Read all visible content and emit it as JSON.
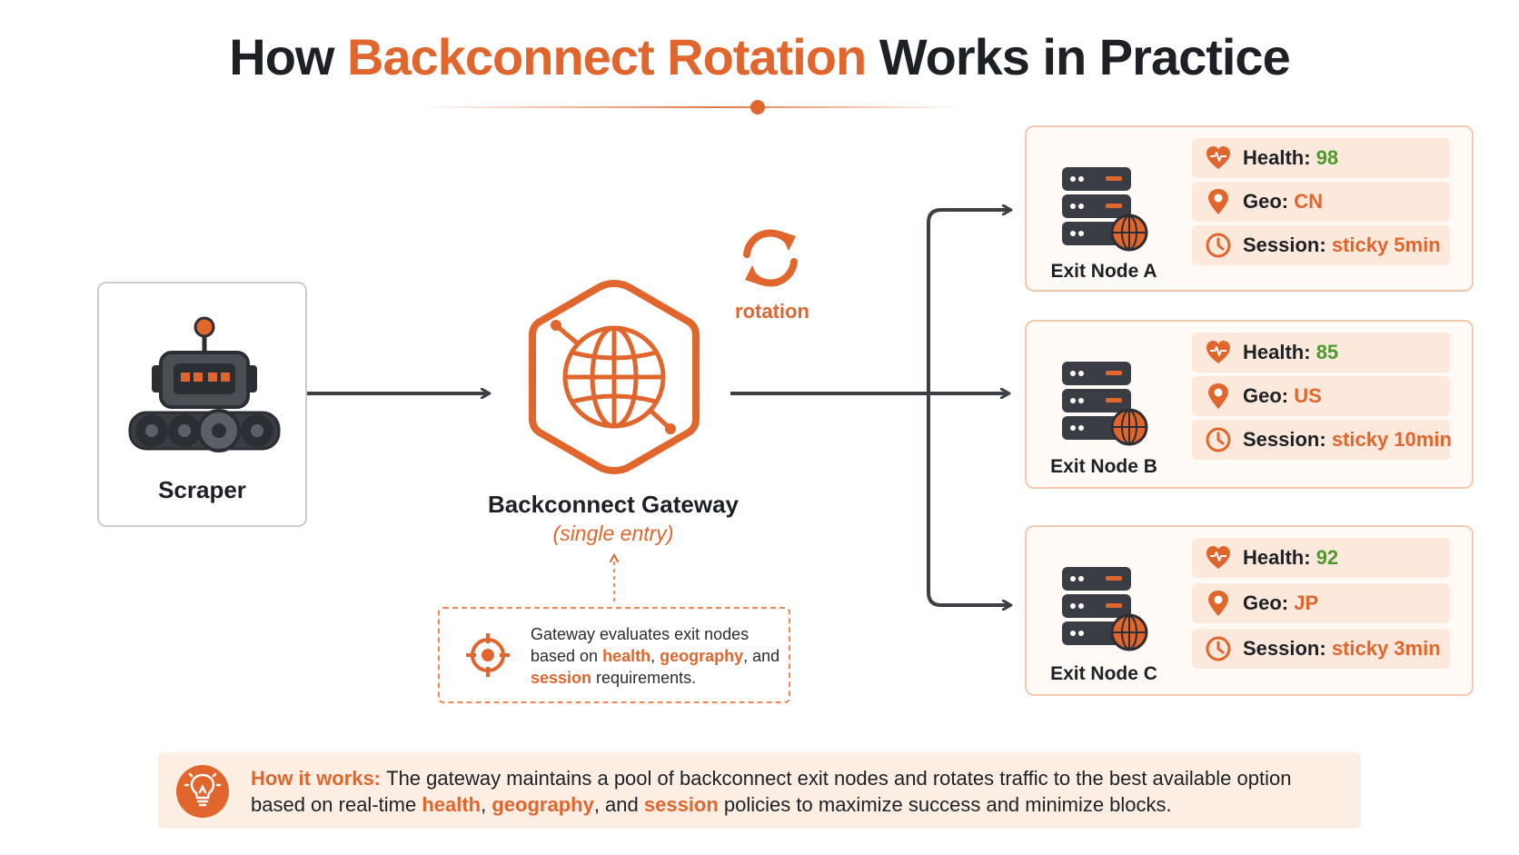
{
  "title": {
    "part1": "How ",
    "part2": "Backconnect Rotation",
    "part3": " Works in Practice"
  },
  "scraper": {
    "label": "Scraper"
  },
  "gateway": {
    "label": "Backconnect Gateway",
    "sub": "(single entry)"
  },
  "rotation": {
    "label": "rotation"
  },
  "evaluation": {
    "t1": "Gateway evaluates exit nodes based on ",
    "h1": "health",
    "t2": ", ",
    "h2": "geography",
    "t3": ", and ",
    "h3": "session",
    "t4": " requirements."
  },
  "nodes": [
    {
      "name": "Exit Node A",
      "health_label": "Health: ",
      "health": "98",
      "geo_label": "Geo: ",
      "geo": "CN",
      "session_label": "Session: ",
      "session": "sticky 5min"
    },
    {
      "name": "Exit Node B",
      "health_label": "Health: ",
      "health": "85",
      "geo_label": "Geo: ",
      "geo": "US",
      "session_label": "Session: ",
      "session": "sticky 10min"
    },
    {
      "name": "Exit Node C",
      "health_label": "Health: ",
      "health": "92",
      "geo_label": "Geo: ",
      "geo": "JP",
      "session_label": "Session: ",
      "session": "sticky 3min"
    }
  ],
  "how_it_works": {
    "lead": "How it works: ",
    "t1": "The gateway maintains a pool of backconnect exit nodes and rotates traffic to the best available option based on real-time ",
    "h1": "health",
    "t2": ", ",
    "h2": "geography",
    "t3": ", and ",
    "h3": "session",
    "t4": " policies to maximize success and minimize blocks."
  },
  "icons": {
    "robot": "robot-icon",
    "gateway": "globe-hexagon-icon",
    "rotation": "rotation-arrows-icon",
    "target": "target-crosshair-icon",
    "server": "server-globe-icon",
    "health": "heart-pulse-icon",
    "geo": "map-pin-icon",
    "session": "clock-icon",
    "bulb": "lightbulb-icon"
  },
  "colors": {
    "accent": "#e0662d",
    "dark": "#1d2024",
    "green": "#4c9a2a",
    "pill": "#fde9dc",
    "card_border": "#f3c9ae"
  }
}
